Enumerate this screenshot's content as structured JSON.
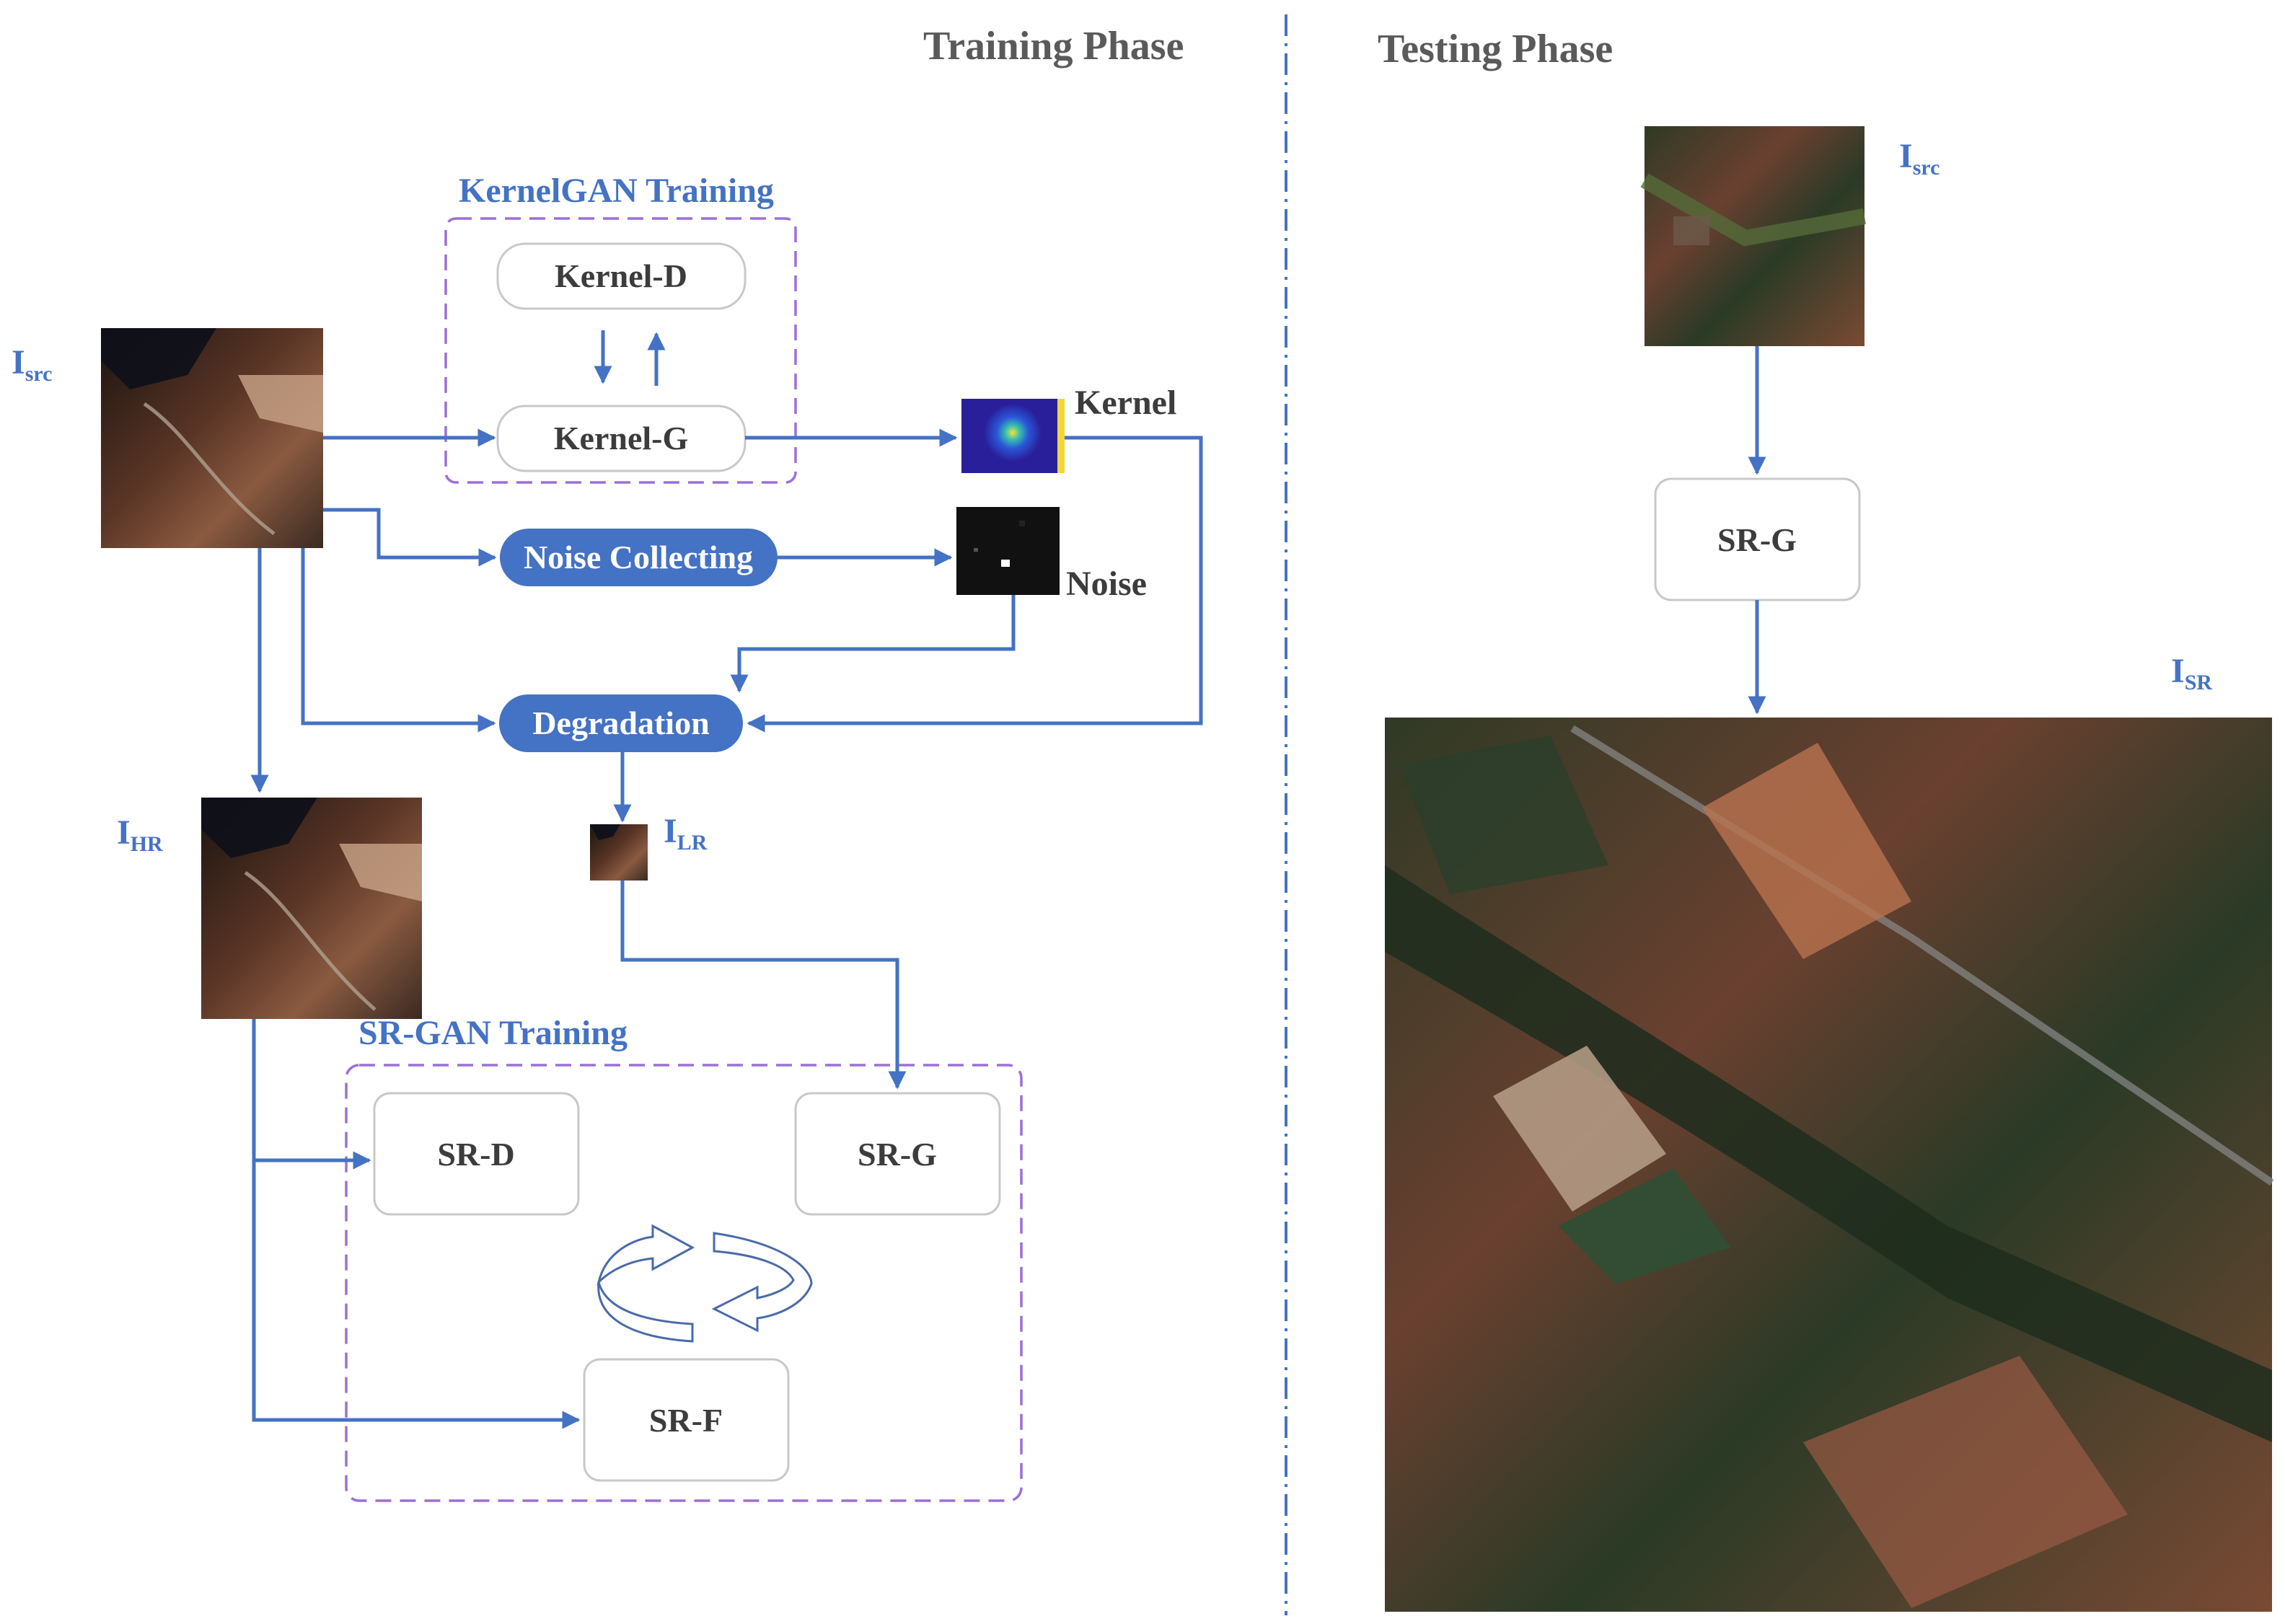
{
  "phases": {
    "training": "Training Phase",
    "testing": "Testing Phase"
  },
  "groups": {
    "kernelgan": "KernelGAN Training",
    "srgan": "SR-GAN Training"
  },
  "nodes": {
    "kernel_d": "Kernel-D",
    "kernel_g": "Kernel-G",
    "noise_collecting": "Noise Collecting",
    "degradation": "Degradation",
    "sr_d": "SR-D",
    "sr_g": "SR-G",
    "sr_f": "SR-F",
    "sr_g_test": "SR-G"
  },
  "labels": {
    "kernel": "Kernel",
    "noise": "Noise",
    "isrc_train": {
      "main": "I",
      "sub": "src"
    },
    "ihr": {
      "main": "I",
      "sub": "HR"
    },
    "ilr": {
      "main": "I",
      "sub": "LR"
    },
    "isrc_test": {
      "main": "I",
      "sub": "src"
    },
    "isr": {
      "main": "I",
      "sub": "SR"
    }
  },
  "colors": {
    "flow_blue": "#4472c4",
    "group_border": "#9b6fd6",
    "box_border": "#c8c8c8"
  }
}
